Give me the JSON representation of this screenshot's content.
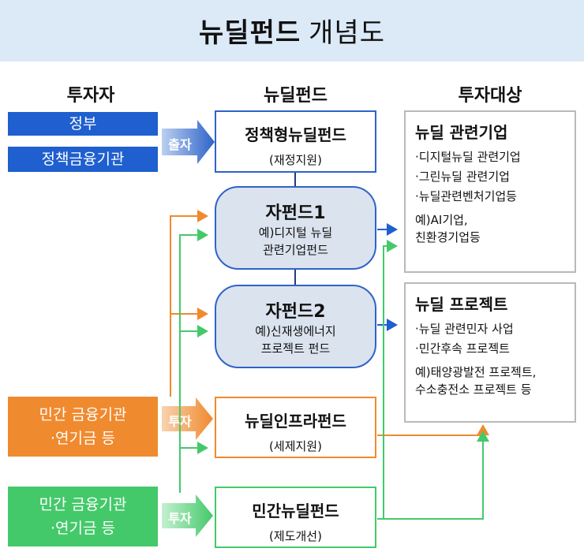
{
  "title": {
    "bold": "뉴딜펀드",
    "light": "개념도"
  },
  "columns": {
    "investor": "투자자",
    "fund": "뉴딜펀드",
    "target": "투자대상"
  },
  "investors": {
    "gov": "정부",
    "policy_finance": "정책금융기관",
    "private_orange_line1": "민간 금융기관",
    "private_orange_line2": "·연기금 등",
    "private_green_line1": "민간 금융기관",
    "private_green_line2": "·연기금 등"
  },
  "arrows": {
    "contribute": "출자",
    "invest_orange": "투자",
    "invest_green": "투자"
  },
  "funds": {
    "policy": {
      "main": "정책형뉴딜펀드",
      "sub": "(재정지원)"
    },
    "sub1": {
      "main": "자펀드1",
      "sub1": "예)디지털 뉴딜",
      "sub2": "관련기업펀드"
    },
    "sub2": {
      "main": "자펀드2",
      "sub1": "예)신재생에너지",
      "sub2": "프로젝트 펀드"
    },
    "infra": {
      "main": "뉴딜인프라펀드",
      "sub": "(세제지원)"
    },
    "private": {
      "main": "민간뉴딜펀드",
      "sub": "(제도개선)"
    }
  },
  "targets": {
    "companies": {
      "heading": "뉴딜 관련기업",
      "items": [
        "·디지털뉴딜 관련기업",
        "·그린뉴딜 관련기업",
        "·뉴딜관련벤처기업등"
      ],
      "example1": "예)AI기업,",
      "example2": "친환경기업등"
    },
    "projects": {
      "heading": "뉴딜 프로젝트",
      "items": [
        "·뉴딜 관련민자 사업",
        "·민간후속 프로젝트"
      ],
      "example1": "예)태양광발전 프로젝트,",
      "example2": "수소충전소 프로젝트 등"
    }
  },
  "colors": {
    "blue": "#1f5fcf",
    "orange": "#f08a2e",
    "green": "#44c96a",
    "fundGray": "#dbe3ee"
  }
}
